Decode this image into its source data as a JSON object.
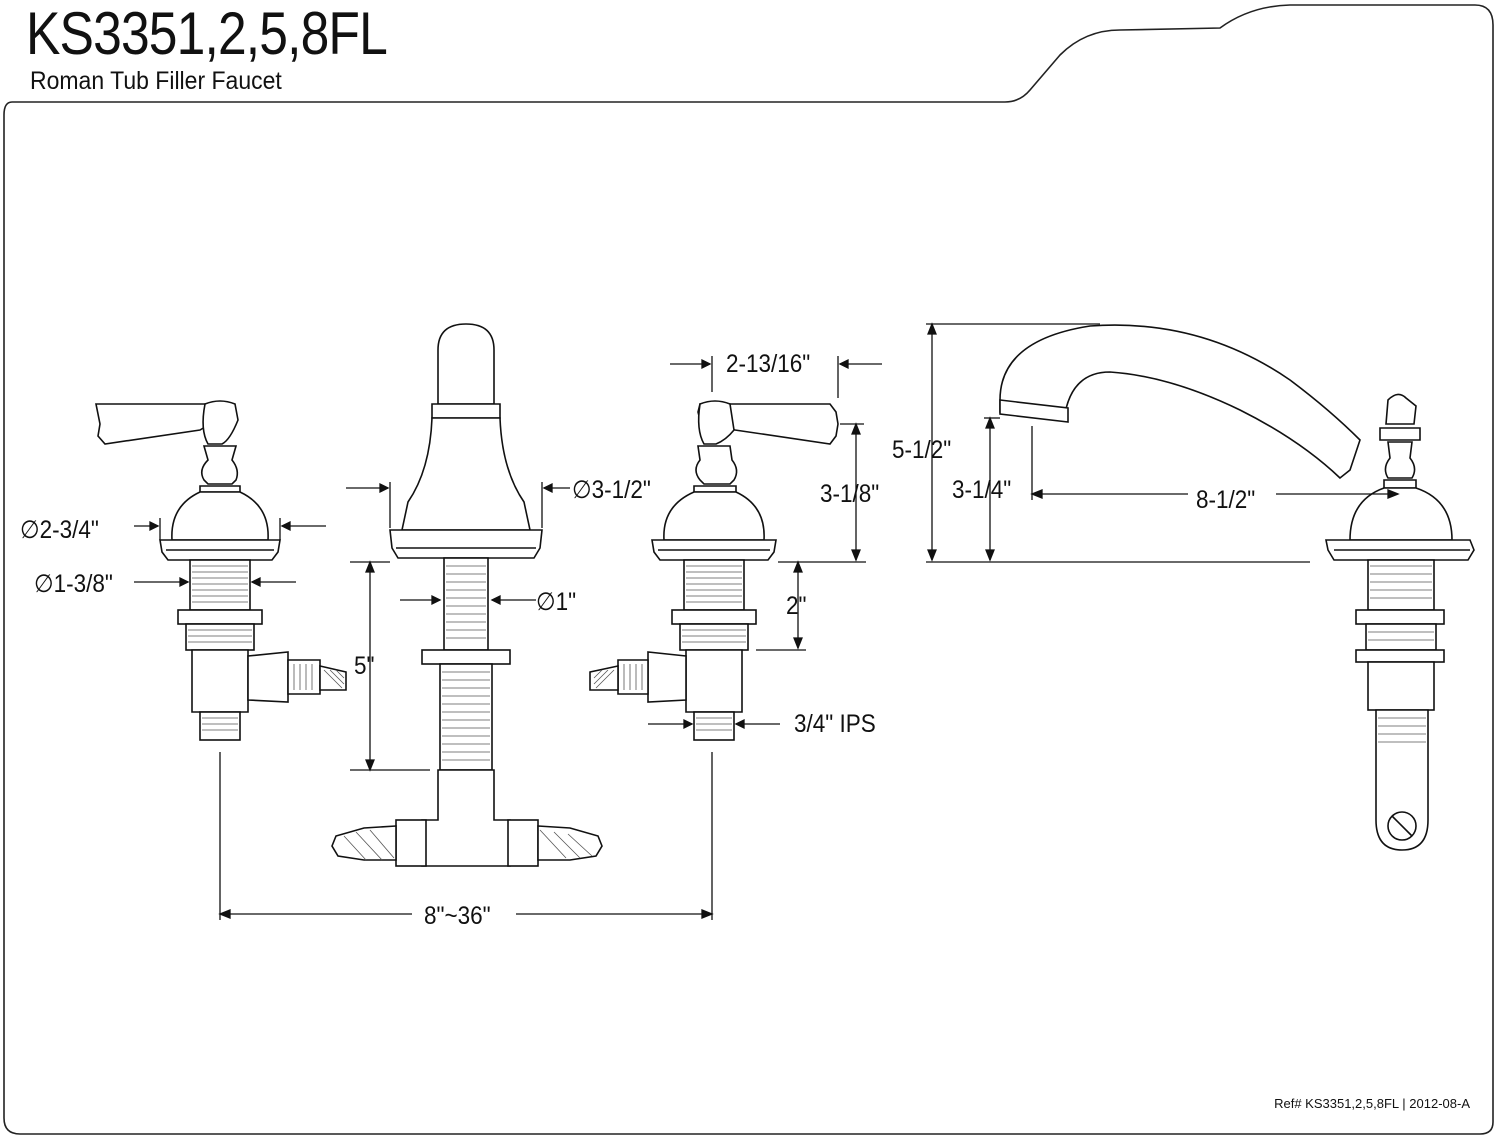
{
  "header": {
    "model": "KS3351,2,5,8FL",
    "subtitle": "Roman Tub Filler Faucet"
  },
  "footer": {
    "ref": "Ref# KS3351,2,5,8FL",
    "revision": "2012-08-A"
  },
  "dimensions": {
    "handle_base_diameter": "∅2-3/4\"",
    "shank_diameter": "∅1-3/8\"",
    "spout_base_diameter": "∅3-1/2\"",
    "thread_diameter": "∅1\"",
    "handle_width": "2-13/16\"",
    "handle_height": "3-1/8\"",
    "shank_length": "2\"",
    "spout_shank_length": "5\"",
    "inlet": "3/4\" IPS",
    "spread": "8\"~36\"",
    "spout_height": "5-1/2\"",
    "spout_clearance": "3-1/4\"",
    "spout_reach": "8-1/2\""
  }
}
